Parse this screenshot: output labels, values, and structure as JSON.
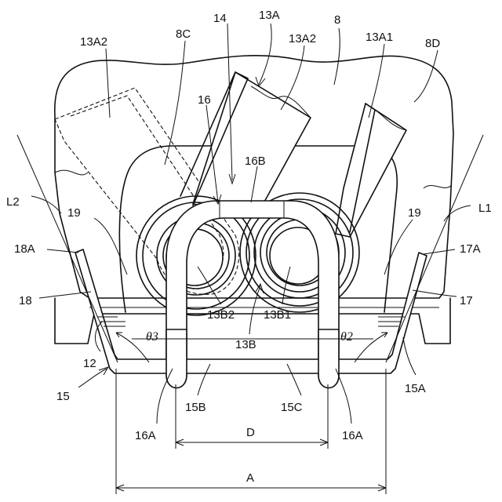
{
  "labels": {
    "l14": "14",
    "l13A": "13A",
    "l8": "8",
    "l13A2_left": "13A2",
    "l8C": "8C",
    "l13A2_mid": "13A2",
    "l13A1": "13A1",
    "l8D": "8D",
    "l16": "16",
    "l16B": "16B",
    "l19_left": "19",
    "l19_right": "19",
    "lL2": "L2",
    "lL1": "L1",
    "l18A": "18A",
    "l17A": "17A",
    "l18": "18",
    "l17": "17",
    "l13B2": "13B2",
    "l13B1": "13B1",
    "l13B": "13B",
    "ltheta3": "θ3",
    "ltheta2": "θ2",
    "l12": "12",
    "l15": "15",
    "l15A": "15A",
    "l15B": "15B",
    "l15C": "15C",
    "l16A_left": "16A",
    "l16A_right": "16A",
    "lD": "D",
    "lA": "A"
  }
}
